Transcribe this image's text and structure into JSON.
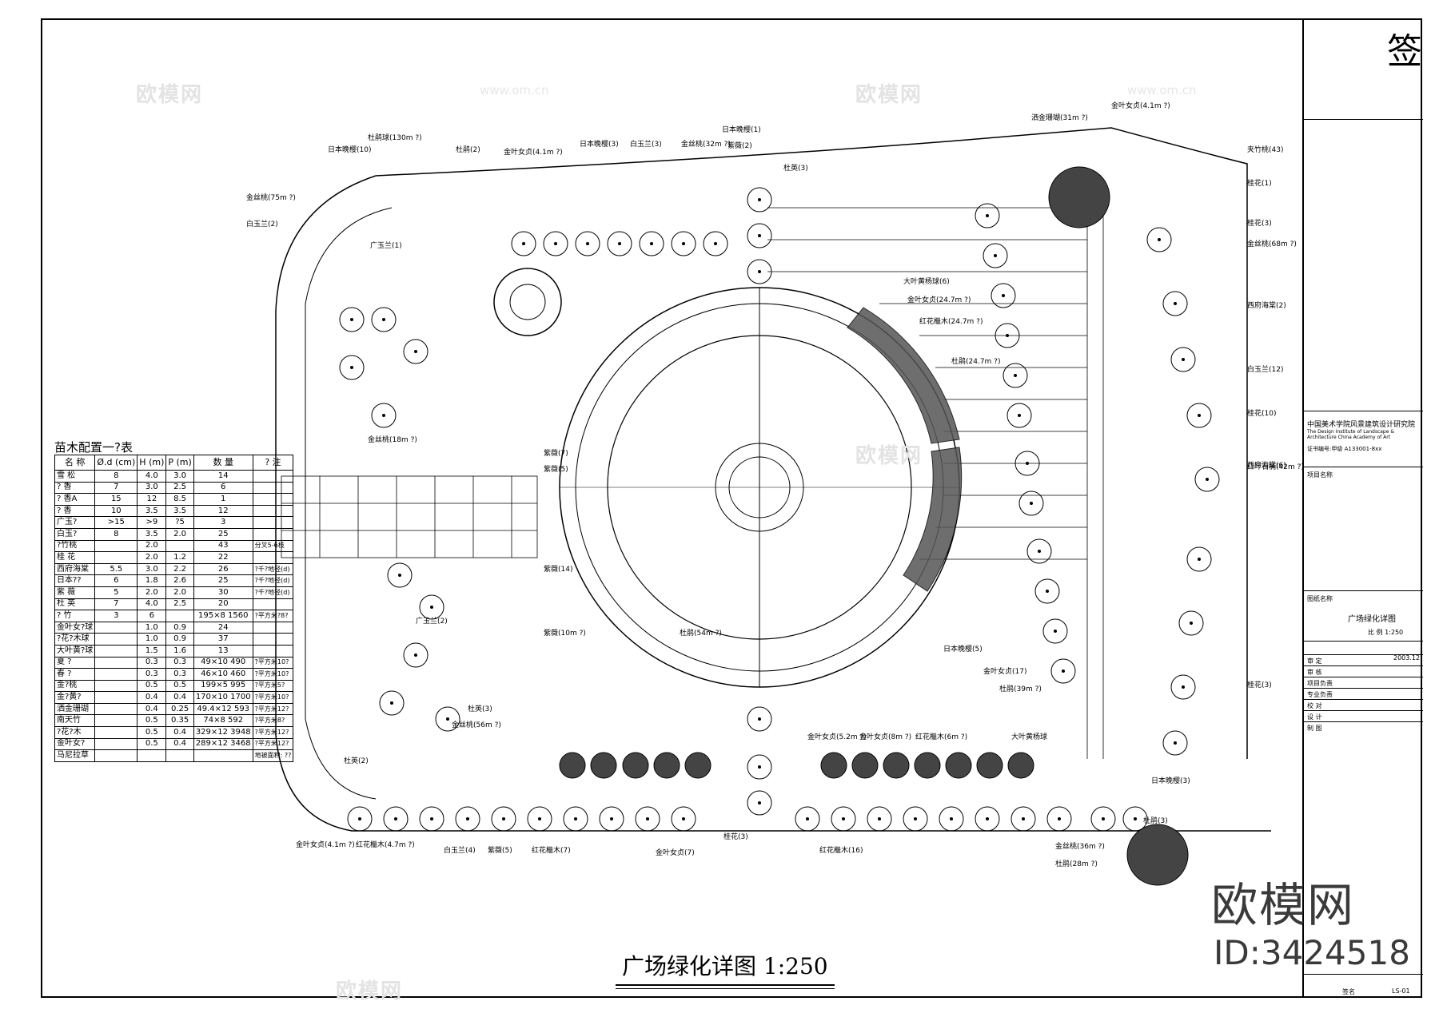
{
  "drawing": {
    "title": "广场绿化详图 1:250"
  },
  "plant_table": {
    "title": "苗木配置一?表",
    "headers": [
      "名 称",
      "?",
      "Ø.d (cm)",
      "H (m)",
      "P (m)",
      "数 量",
      "? 注"
    ],
    "rows": [
      [
        "雪 松",
        "8",
        "4.0",
        "3.0",
        "14",
        ""
      ],
      [
        "? 香",
        "7",
        "3.0",
        "2.5",
        "6",
        ""
      ],
      [
        "? 香A",
        "15",
        "12",
        "8.5",
        "1",
        ""
      ],
      [
        "? 香",
        "10",
        "3.5",
        "3.5",
        "12",
        ""
      ],
      [
        "广玉?",
        ">15",
        ">9",
        "?5",
        "3",
        ""
      ],
      [
        "白玉?",
        "8",
        "3.5",
        "2.0",
        "25",
        ""
      ],
      [
        "?竹桃",
        "",
        "2.0",
        "",
        "43",
        "分叉5-6枝"
      ],
      [
        "桂 花",
        "",
        "2.0",
        "1.2",
        "22",
        ""
      ],
      [
        "西府海棠",
        "5.5",
        "3.0",
        "2.2",
        "26",
        "?千?地径(d)"
      ],
      [
        "日本??",
        "6",
        "1.8",
        "2.6",
        "25",
        "?千?地径(d)"
      ],
      [
        "紫 薇",
        "5",
        "2.0",
        "2.0",
        "30",
        "?千?地径(d)"
      ],
      [
        "杜 英",
        "7",
        "4.0",
        "2.5",
        "20",
        ""
      ],
      [
        "? 竹",
        "3",
        "6",
        "",
        "195×8 1560",
        "?平方米?8?"
      ],
      [
        "金叶女?球",
        "",
        "1.0",
        "0.9",
        "24",
        ""
      ],
      [
        "?花?木球",
        "",
        "1.0",
        "0.9",
        "37",
        ""
      ],
      [
        "大叶黄?球",
        "",
        "1.5",
        "1.6",
        "13",
        ""
      ],
      [
        "夏 ?",
        "",
        "0.3",
        "0.3",
        "49×10 490",
        "?平方米10?"
      ],
      [
        "春 ?",
        "",
        "0.3",
        "0.3",
        "46×10 460",
        "?平方米10?"
      ],
      [
        "金?桃",
        "",
        "0.5",
        "0.5",
        "199×5 995",
        "?平方米5?"
      ],
      [
        "金?黄?",
        "",
        "0.4",
        "0.4",
        "170×10 1700",
        "?平方米10?"
      ],
      [
        "洒金珊瑚",
        "",
        "0.4",
        "0.25",
        "49.4×12 593",
        "?平方米12?"
      ],
      [
        "南天竹",
        "",
        "0.5",
        "0.35",
        "74×8 592",
        "?平方米8?"
      ],
      [
        "?花?木",
        "",
        "0.5",
        "0.4",
        "329×12 3948",
        "?平方米12?"
      ],
      [
        "金叶女?",
        "",
        "0.5",
        "0.4",
        "289×12 3468",
        "?平方米12?"
      ],
      [
        "马尼拉草",
        "",
        "",
        "",
        "",
        "地被面积: ??"
      ]
    ]
  },
  "title_block": {
    "company_cn": "中国美术学院风景建筑设计研究院",
    "company_en": "The Design Institute of Landscape & Architecture China Academy of Art",
    "cert": "证书编号:甲级 A133001-8xx",
    "project_label": "项目名称",
    "drawing_name_label": "图纸名称",
    "drawing_name": "广场绿化详图",
    "scale": "比 例 1:250",
    "fields": [
      "审 定",
      "审 核",
      "项目负责",
      "专业负责",
      "校 对",
      "设 计",
      "制 图"
    ],
    "date": "2003.12",
    "sheet_no": "LS-01",
    "signature": "签名"
  },
  "plan_labels": [
    "日本晚樱(10)",
    "杜鹃球(130m ?)",
    "杜鹃(2)",
    "金叶女贞(4.1m ?)",
    "日本晚樱(3)",
    "白玉兰(3)",
    "金丝桃(32m ?)",
    "日本晚樱(1)",
    "紫薇(2)",
    "杜英(3)",
    "洒金珊瑚(31m ?)",
    "金叶女贞(4.1m ?)",
    "金丝桃(75m ?)",
    "白玉兰(2)",
    "广玉兰(1)",
    "夹竹桃(43)",
    "桂花(1)",
    "桂花(3)",
    "金丝桃(68m ?)",
    "西府海棠(2)",
    "白玉兰(12)",
    "桂花(10)",
    "西府海棠(6)",
    "红叶石楠(42m ?)",
    "大叶黄杨球(6)",
    "金叶女贞(24.7m ?)",
    "红花檵木(24.7m ?)",
    "杜鹃(24.7m ?)",
    "金丝桃(18m ?)",
    "紫薇(7)",
    "紫薇(5)",
    "紫薇(14)",
    "紫薇(10m ?)",
    "杜鹃(54m ?)",
    "日本晚樱(5)",
    "金叶女贞(17)",
    "杜鹃(39m ?)",
    "大叶黄杨球",
    "金叶女贞(5.2m ?)",
    "金叶女贞(8m ?)",
    "红花檵木(6m ?)",
    "广玉兰(2)",
    "杜英(3)",
    "金丝桃(56m ?)",
    "杜英(2)",
    "金叶女贞(4.1m ?)",
    "红花檵木(4.7m ?)",
    "白玉兰(4)",
    "紫薇(5)",
    "红花檵木(7)",
    "金叶女贞(7)",
    "桂花(3)",
    "红花檵木(16)",
    "金丝桃(36m ?)",
    "杜鹃(28m ?)",
    "杜鹃(3)",
    "日本晚樱(3)",
    "桂花(3)"
  ],
  "watermark": {
    "logo": "欧模网",
    "id": "ID:3424518",
    "faint": "欧模网",
    "url": "www.om.cn"
  }
}
